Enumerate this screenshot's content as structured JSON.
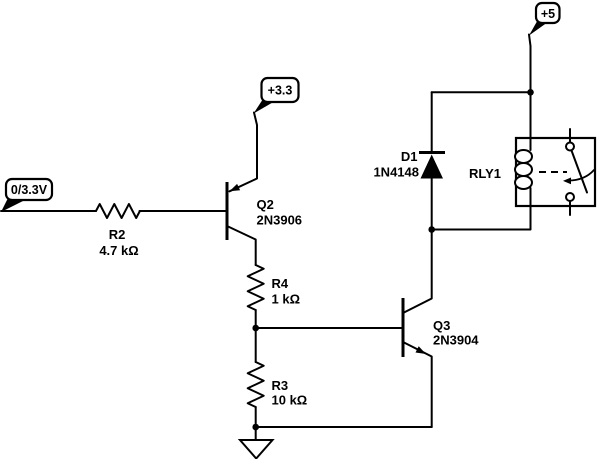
{
  "diagram": {
    "kind": "circuit-schematic",
    "background_color": "#ffffff",
    "line_color": "#000000",
    "labels": {
      "input": "0/3.3V",
      "supply_33": "+3.3",
      "supply_5": "+5"
    },
    "components": {
      "r2": {
        "ref": "R2",
        "value": "4.7 kΩ",
        "symbol": "resistor"
      },
      "r4": {
        "ref": "R4",
        "value": "1 kΩ",
        "symbol": "resistor"
      },
      "r3": {
        "ref": "R3",
        "value": "10 kΩ",
        "symbol": "resistor"
      },
      "q2": {
        "ref": "Q2",
        "value": "2N3906",
        "symbol": "pnp-transistor"
      },
      "q3": {
        "ref": "Q3",
        "value": "2N3904",
        "symbol": "npn-transistor"
      },
      "d1": {
        "ref": "D1",
        "value": "1N4148",
        "symbol": "diode"
      },
      "rly1": {
        "ref": "RLY1",
        "value": "",
        "symbol": "relay-coil-spdt-switch"
      }
    }
  }
}
